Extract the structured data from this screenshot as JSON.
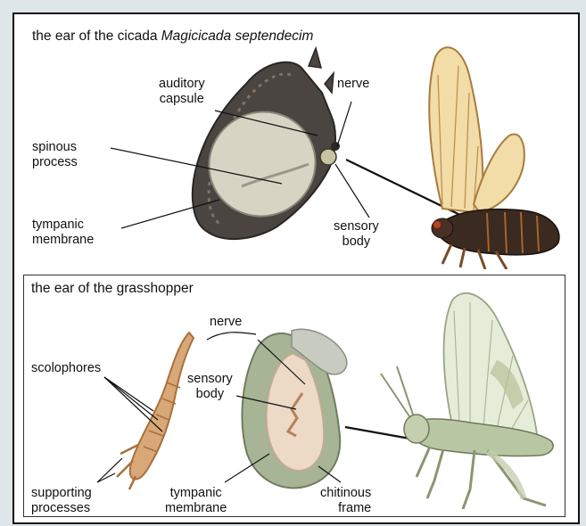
{
  "cicada": {
    "title_plain": "the ear of the cicada ",
    "title_species": "Magicicada septendecim",
    "labels": {
      "auditory_capsule": [
        "auditory",
        "capsule"
      ],
      "nerve": "nerve",
      "spinous_process": [
        "spinous",
        "process"
      ],
      "tympanic_membrane": [
        "tympanic",
        "membrane"
      ],
      "sensory_body": [
        "sensory",
        "body"
      ]
    }
  },
  "grasshopper": {
    "title": "the ear of the grasshopper",
    "labels": {
      "nerve": "nerve",
      "scolophores": "scolophores",
      "sensory_body": [
        "sensory",
        "body"
      ],
      "supporting_processes": [
        "supporting",
        "processes"
      ],
      "tympanic_membrane": [
        "tympanic",
        "membrane"
      ],
      "chitinous_frame": [
        "chitinous",
        "frame"
      ]
    }
  },
  "colors": {
    "background": "#dfe6ea",
    "capsule_dark": "#4a4540",
    "membrane_fill": "#d8d4c4",
    "wing_amber": "#e8c98a",
    "cicada_body": "#3a2a20",
    "grasshopper_green": "#b9c6a4",
    "scolophore_tan": "#c99b6a",
    "membrane_pink": "#ecd9c6"
  }
}
